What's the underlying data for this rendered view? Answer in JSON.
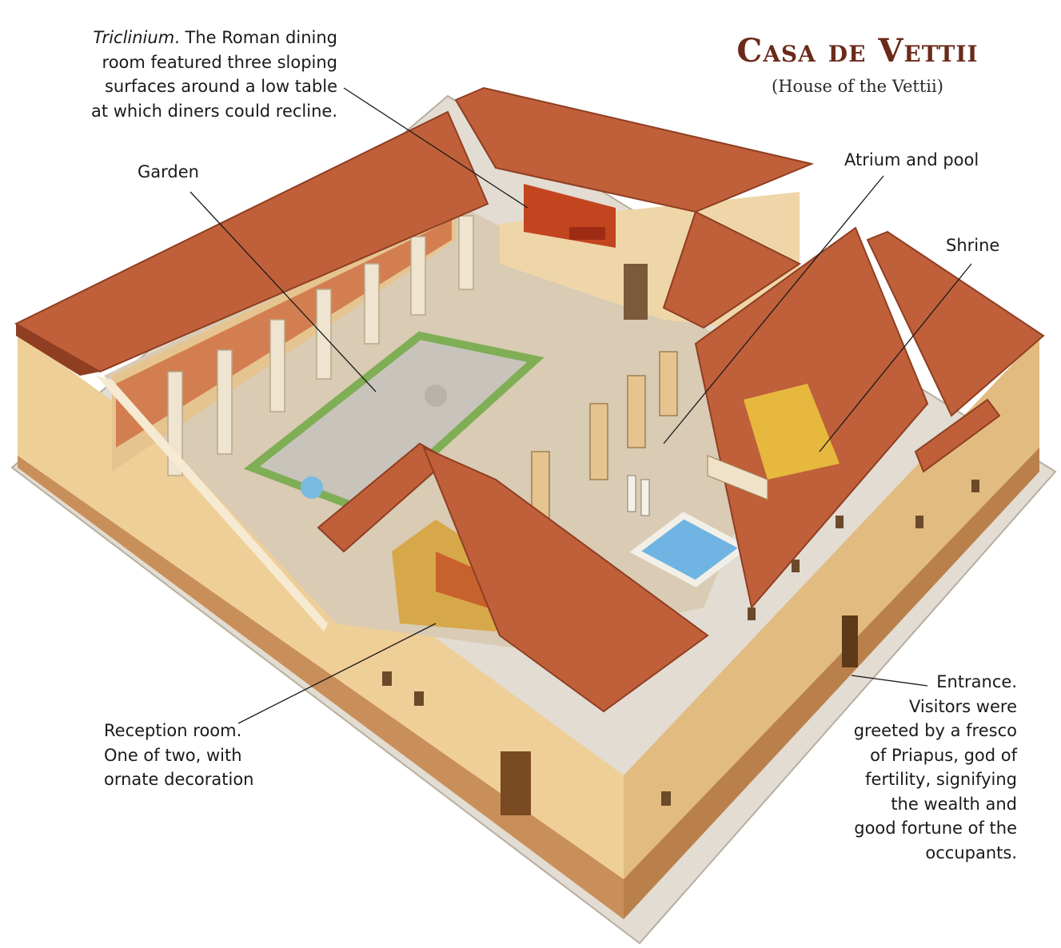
{
  "title": "Casa de Vettii",
  "subtitle": "(House of the Vettii)",
  "labels": {
    "triclinium": {
      "term": "Triclinium",
      "lines": [
        ". The Roman dining",
        "room featured three sloping",
        "surfaces around a low table",
        "at which diners could recline."
      ]
    },
    "garden": "Garden",
    "atrium": "Atrium and pool",
    "shrine": "Shrine",
    "reception": [
      "Reception room.",
      "One of two, with",
      "ornate decoration"
    ],
    "entrance": [
      "Entrance.",
      "Visitors were",
      "greeted by a fresco",
      "of Priapus, god of",
      "fertility, signifying",
      "the wealth and",
      "good fortune of the",
      "occupants."
    ]
  },
  "colors": {
    "roof_tile": "#c0603a",
    "roof_dark": "#8f3e22",
    "wall_light": "#f1d6a6",
    "wall_shade": "#dcb47a",
    "wall_base": "#c98f5a",
    "floor": "#d9cbb4",
    "garden_green": "#5f9a3a",
    "fresco_red": "#c2451f",
    "fresco_yellow": "#e6b83e",
    "pool_blue": "#6fb4e2",
    "title_color": "#6b2a1a"
  }
}
